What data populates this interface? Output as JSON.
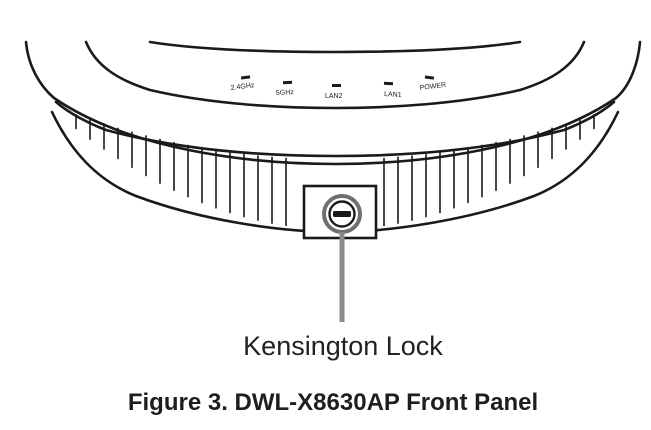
{
  "device": {
    "leds": [
      {
        "id": "led-24ghz",
        "label": "2.4GHz"
      },
      {
        "id": "led-5ghz",
        "label": "5GHz"
      },
      {
        "id": "led-lan2",
        "label": "LAN2"
      },
      {
        "id": "led-lan1",
        "label": "LAN1"
      },
      {
        "id": "led-power",
        "label": "POWER"
      }
    ]
  },
  "callout": {
    "label": "Kensington Lock"
  },
  "caption": {
    "text": "Figure 3. DWL-X8630AP Front Panel"
  },
  "colors": {
    "line": "#1a1a1a",
    "callout_line": "#8a8a8a"
  }
}
